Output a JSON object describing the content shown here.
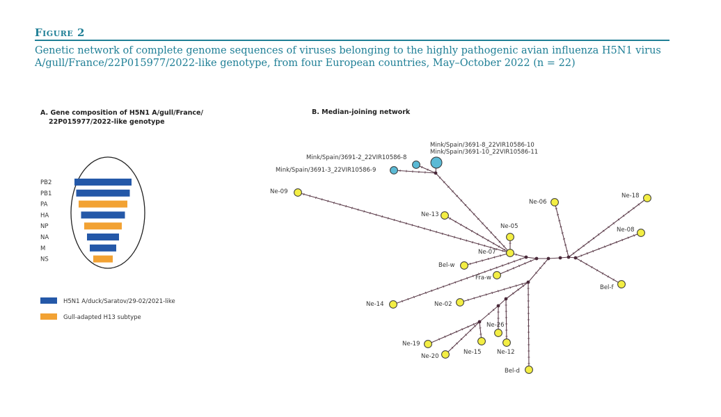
{
  "figure": {
    "label": "Figure 2",
    "caption": "Genetic network of complete genome sequences of viruses belonging to the highly pathogenic avian influenza H5N1 virus A/gull/France/22P015977/2022-like genotype, from four European countries, May–October 2022 (n = 22)"
  },
  "panel_a": {
    "title_line1": "A. Gene composition of H5N1 A/gull/France/",
    "title_line2": "22P015977/2022-like genotype",
    "segments": [
      {
        "name": "PB2",
        "origin": "H5N1 A/duck/Saratov/29-02/2021-like"
      },
      {
        "name": "PB1",
        "origin": "H5N1 A/duck/Saratov/29-02/2021-like"
      },
      {
        "name": "PA",
        "origin": "Gull-adapted H13 subtype"
      },
      {
        "name": "HA",
        "origin": "H5N1 A/duck/Saratov/29-02/2021-like"
      },
      {
        "name": "NP",
        "origin": "Gull-adapted H13 subtype"
      },
      {
        "name": "NA",
        "origin": "H5N1 A/duck/Saratov/29-02/2021-like"
      },
      {
        "name": "M",
        "origin": "H5N1 A/duck/Saratov/29-02/2021-like"
      },
      {
        "name": "NS",
        "origin": "Gull-adapted H13 subtype"
      }
    ],
    "legend": [
      {
        "label": "H5N1 A/duck/Saratov/29-02/2021-like",
        "color": "#2458a8"
      },
      {
        "label": "Gull-adapted H13 subtype",
        "color": "#f2a233"
      }
    ]
  },
  "panel_b": {
    "title": "B. Median-joining network",
    "colors": {
      "mink": "#5bbad5",
      "other": "#f3ee44",
      "edge": "#5a3a48",
      "median": "#4a2a3a"
    },
    "nodes": [
      {
        "id": "mink-8-10",
        "lines": [
          "Mink/Spain/3691-8_22VIR10586-10",
          "Mink/Spain/3691-10_22VIR10586-11"
        ],
        "group": "mink",
        "size": 2
      },
      {
        "id": "mink-2",
        "lines": [
          "Mink/Spain/3691-2_22VIR10586-8"
        ],
        "group": "mink",
        "size": 1
      },
      {
        "id": "mink-3",
        "lines": [
          "Mink/Spain/3691-3_22VIR10586-9"
        ],
        "group": "mink",
        "size": 1
      },
      {
        "id": "ne-09",
        "lines": [
          "Ne-09"
        ],
        "group": "other",
        "size": 1
      },
      {
        "id": "ne-13",
        "lines": [
          "Ne-13"
        ],
        "group": "other",
        "size": 1
      },
      {
        "id": "ne-05",
        "lines": [
          "Ne-05"
        ],
        "group": "other",
        "size": 1
      },
      {
        "id": "ne-07",
        "lines": [
          "Ne-07"
        ],
        "group": "other",
        "size": 1
      },
      {
        "id": "bel-w",
        "lines": [
          "Bel-w"
        ],
        "group": "other",
        "size": 1
      },
      {
        "id": "fra-w",
        "lines": [
          "Fra-w"
        ],
        "group": "other",
        "size": 1
      },
      {
        "id": "ne-06",
        "lines": [
          "Ne-06"
        ],
        "group": "other",
        "size": 1
      },
      {
        "id": "ne-18",
        "lines": [
          "Ne-18"
        ],
        "group": "other",
        "size": 1
      },
      {
        "id": "ne-08",
        "lines": [
          "Ne-08"
        ],
        "group": "other",
        "size": 1
      },
      {
        "id": "bel-f",
        "lines": [
          "Bel-f"
        ],
        "group": "other",
        "size": 1
      },
      {
        "id": "ne-14",
        "lines": [
          "Ne-14"
        ],
        "group": "other",
        "size": 1
      },
      {
        "id": "ne-02",
        "lines": [
          "Ne-02"
        ],
        "group": "other",
        "size": 1
      },
      {
        "id": "ne-26",
        "lines": [
          "Ne-26"
        ],
        "group": "other",
        "size": 1
      },
      {
        "id": "ne-19",
        "lines": [
          "Ne-19"
        ],
        "group": "other",
        "size": 1
      },
      {
        "id": "ne-20",
        "lines": [
          "Ne-20"
        ],
        "group": "other",
        "size": 1
      },
      {
        "id": "ne-15",
        "lines": [
          "Ne-15"
        ],
        "group": "other",
        "size": 1
      },
      {
        "id": "ne-12",
        "lines": [
          "Ne-12"
        ],
        "group": "other",
        "size": 1
      },
      {
        "id": "bel-d",
        "lines": [
          "Bel-d"
        ],
        "group": "other",
        "size": 1
      }
    ]
  }
}
